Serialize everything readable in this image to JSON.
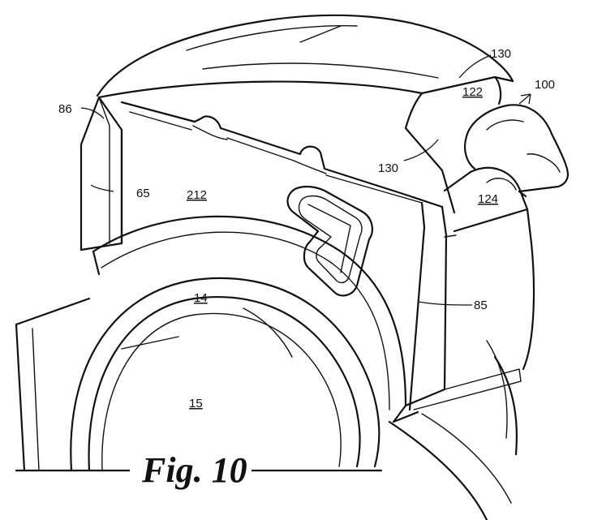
{
  "figure": {
    "caption": "Fig. 10",
    "labels": {
      "l100": "100",
      "l130a": "130",
      "l122": "122",
      "l86": "86",
      "l130b": "130",
      "l65": "65",
      "l212": "212",
      "l124": "124",
      "l85": "85",
      "l14": "14",
      "l15": "15"
    }
  }
}
